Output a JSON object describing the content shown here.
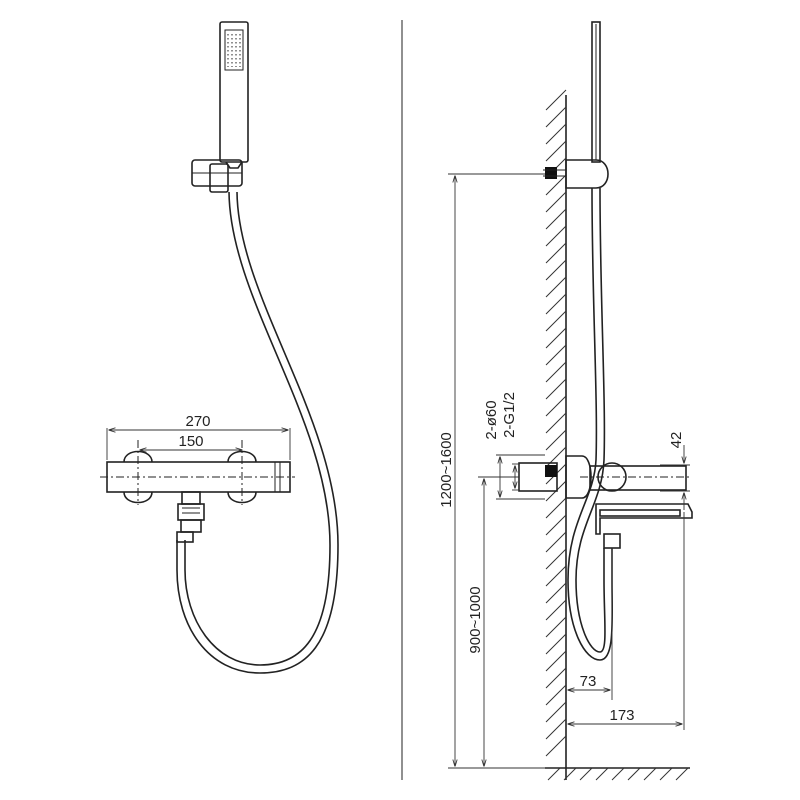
{
  "front_view": {
    "dim_overall_width": "270",
    "dim_center_spacing": "150"
  },
  "side_view": {
    "dim_hand_shower_height": "1200~1600",
    "dim_valve_height": "900~1000",
    "dim_pipe_diameter": "2-ø60",
    "dim_thread": "2-G1/2",
    "dim_body_height": "42",
    "dim_spout_inlet": "73",
    "dim_spout_projection": "173"
  }
}
